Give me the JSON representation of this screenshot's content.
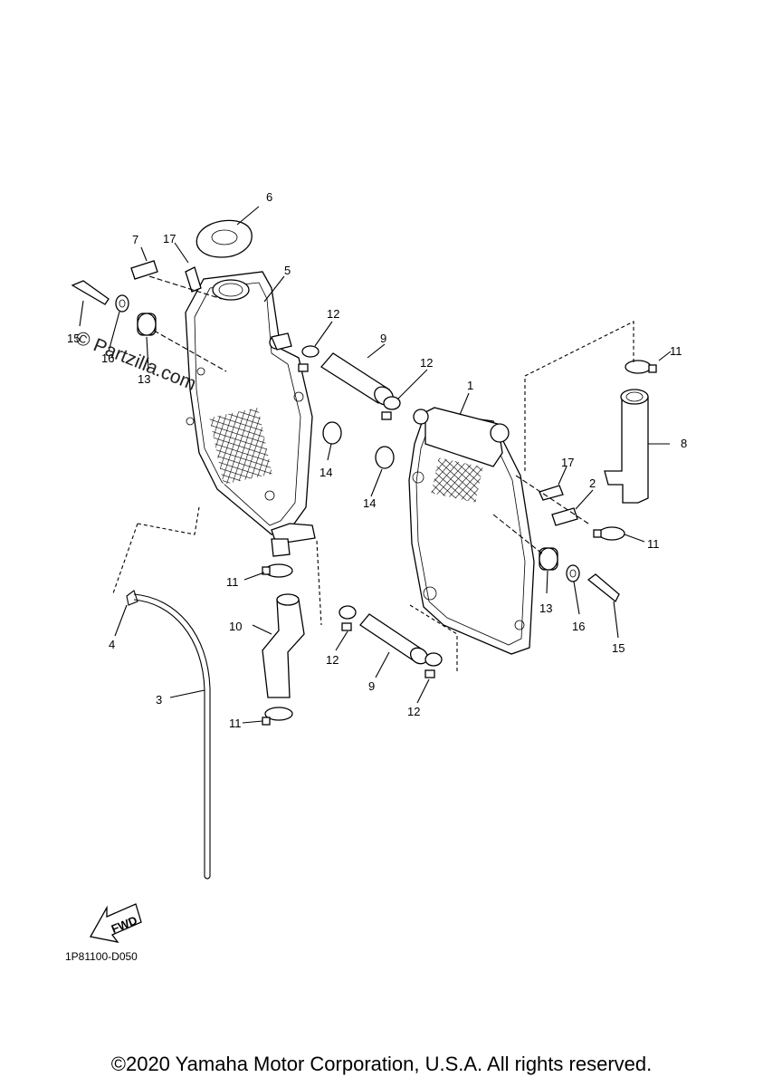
{
  "watermark": "© Partzilla.com",
  "diagram_code": "1P81100-D050",
  "fwd_label": "FWD",
  "copyright": "©2020 Yamaha Motor Corporation, U.S.A. All rights reserved.",
  "callouts": {
    "c1": "1",
    "c2": "2",
    "c3": "3",
    "c4": "4",
    "c5": "5",
    "c6": "6",
    "c7": "7",
    "c8": "8",
    "c9a": "9",
    "c9b": "9",
    "c10": "10",
    "c11a": "11",
    "c11b": "11",
    "c11c": "11",
    "c11d": "11",
    "c12a": "12",
    "c12b": "12",
    "c12c": "12",
    "c12d": "12",
    "c13a": "13",
    "c13b": "13",
    "c14a": "14",
    "c14b": "14",
    "c15a": "15",
    "c15b": "15",
    "c16a": "16",
    "c16b": "16",
    "c17a": "17",
    "c17b": "17"
  }
}
